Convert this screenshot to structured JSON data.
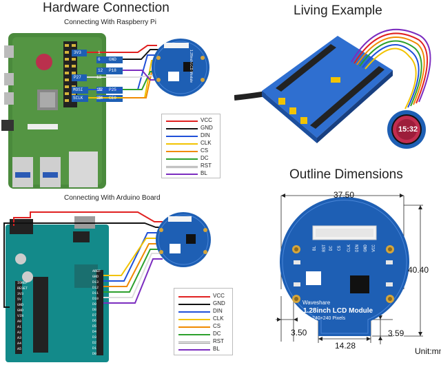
{
  "headings": {
    "hardware": "Hardware Connection",
    "living": "Living Example",
    "outline": "Outline Dimensions"
  },
  "subheadings": {
    "pi": "Connecting With Raspberry Pi",
    "arduino": "Connecting With Arduino Board"
  },
  "legend_items": [
    {
      "label": "VCC",
      "color": "#e02020"
    },
    {
      "label": "GND",
      "color": "#111111"
    },
    {
      "label": "DIN",
      "color": "#1f4fd8"
    },
    {
      "label": "CLK",
      "color": "#f2c300"
    },
    {
      "label": "CS",
      "color": "#f08a00"
    },
    {
      "label": "DC",
      "color": "#2ca02c"
    },
    {
      "label": "RST",
      "color": "#ffffff"
    },
    {
      "label": "BL",
      "color": "#7b2cbf"
    }
  ],
  "pi_pins": {
    "v33": "3V3",
    "gnd": "GND",
    "p27": "P27",
    "p18": "P18",
    "mosi": "MOSI",
    "p25": "P25",
    "sclk": "SCLK",
    "ce0": "CE0",
    "n1": "1",
    "n6": "6",
    "n12": "12",
    "n13": "13",
    "n19": "19",
    "n22": "22",
    "n23": "23",
    "n24": "24"
  },
  "arduino_pins": [
    "AREF",
    "GND",
    "D13",
    "D12",
    "D11",
    "D10",
    "D9",
    "D8",
    "D7",
    "D6",
    "D5",
    "D4",
    "D3",
    "D2",
    "D1",
    "D0"
  ],
  "arduino_left_pins": [
    "IOREF",
    "RESET",
    "3V3",
    "5V",
    "GND",
    "GND",
    "VIN",
    "A0",
    "A1",
    "A2",
    "A3",
    "A4",
    "A5"
  ],
  "device_text": {
    "time": "15:32",
    "brand": "Waveshare",
    "module": "1.28inch LCD Module",
    "pixels": "240×240 Pixels",
    "small_module": "1.28inch LCD Module"
  },
  "module_pins": [
    "BL",
    "RST",
    "DC",
    "CS",
    "CLK",
    "DIN",
    "GND",
    "VCC"
  ],
  "dimensions": {
    "width": "37.50",
    "height": "40.40",
    "left_offset": "3.50",
    "bottom_width": "14.28",
    "bottom_offset": "3.59",
    "unit": "Unit:mm"
  },
  "colors": {
    "pcb_green": "#4a8a3c",
    "arduino_teal": "#138a8a",
    "module_blue": "#1e5fb4",
    "shield_blue": "#2f6fd0"
  }
}
